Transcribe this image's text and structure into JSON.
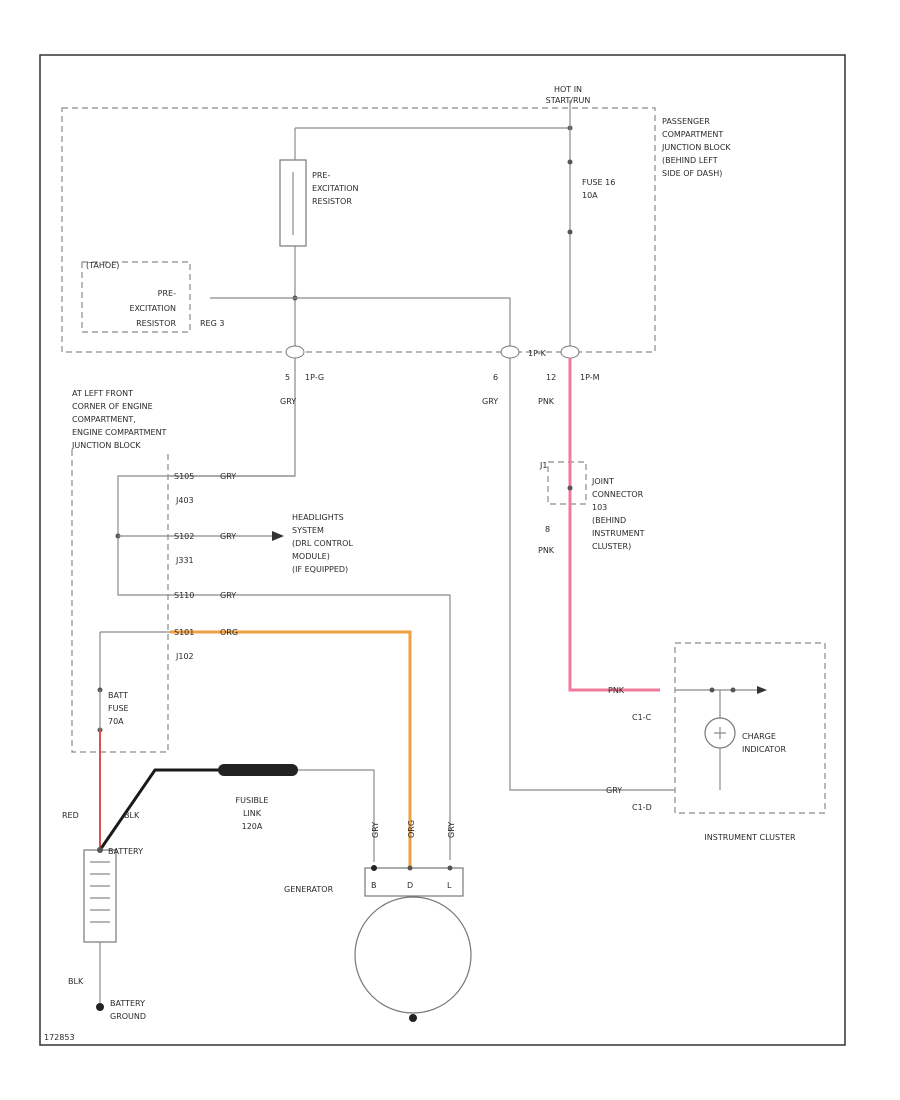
{
  "labels": {
    "hot_in_start": [
      "HOT IN",
      "START/RUN"
    ],
    "passenger_block": [
      "PASSENGER",
      "COMPARTMENT",
      "JUNCTION BLOCK",
      "(BEHIND LEFT",
      "SIDE OF DASH)"
    ],
    "fuse_16": [
      "FUSE 16",
      "10A"
    ],
    "pre_excitation_resistor": [
      "PRE-",
      "EXCITATION",
      "RESISTOR"
    ],
    "pre_excitation_resistor_2": [
      "PRE-",
      "EXCITATION",
      "RESISTOR"
    ],
    "pre_exc_box_tag": "(TAHOE)",
    "connector_tag": "REG 3",
    "pin_5": "5",
    "conn_1p_g": "1P-G",
    "pin_6": "6",
    "pin_12": "12",
    "conn_1p_m": "1P-M",
    "conn_1p_k": "1P-K",
    "wire_gry_1": "GRY",
    "wire_gry_2": "GRY",
    "wire_pnk_1": "PNK",
    "wire_pnk_2": "PNK",
    "pin_8": "8",
    "engine_block": [
      "AT LEFT FRONT",
      "CORNER OF ENGINE",
      "COMPARTMENT,",
      "ENGINE COMPARTMENT",
      "JUNCTION BLOCK"
    ],
    "splices": [
      {
        "id": "S105",
        "wire": "GRY",
        "conn": "J403"
      },
      {
        "id": "S102",
        "wire": "GRY",
        "conn": "J331"
      },
      {
        "id": "S110",
        "wire": "GRY",
        "conn": ""
      },
      {
        "id": "S101",
        "wire": "ORG",
        "conn": "J102"
      }
    ],
    "headlights": [
      "HEADLIGHTS",
      "SYSTEM",
      "(DRL CONTROL",
      "MODULE)",
      "(IF EQUIPPED)"
    ],
    "joint_connector": [
      "JOINT",
      "CONNECTOR",
      "103",
      "(BEHIND",
      "INSTRUMENT",
      "CLUSTER)"
    ],
    "jc_pin": "J1",
    "bat_fuse": [
      "BATT",
      "FUSE",
      "70A"
    ],
    "wire_pnk_3": "PNK",
    "c1_pin": "C1-C",
    "c2_pin": "C1-D",
    "wire_gry_3": "GRY",
    "charge_indicator": [
      "CHARGE",
      "INDICATOR"
    ],
    "instrument_cluster": "INSTRUMENT CLUSTER",
    "fusible_link": [
      "FUSIBLE",
      "LINK",
      "120A"
    ],
    "wire_red": "RED",
    "wire_blk": "BLK",
    "battery": "BATTERY",
    "generator": "GENERATOR",
    "gen_terminals": [
      "B",
      "D",
      "L"
    ],
    "gen_wires": [
      "GRY",
      "ORG",
      "GRY"
    ],
    "wire_blk_2": "BLK",
    "battery_ground": [
      "BATTERY",
      "GROUND"
    ],
    "fig_id": "172853"
  }
}
